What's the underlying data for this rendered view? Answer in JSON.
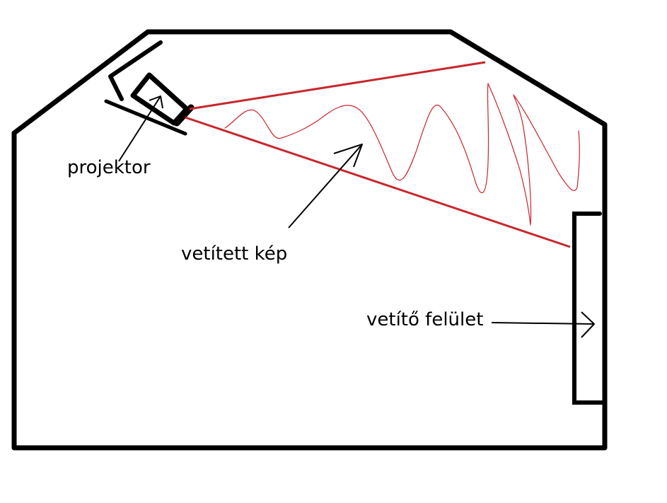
{
  "labels": {
    "projector": "projektor",
    "projected_image": "vetített kép",
    "projection_surface": "vetítő felület"
  },
  "colors": {
    "outline": "#000000",
    "beam": "#c8262c",
    "wave": "#c8262c"
  }
}
